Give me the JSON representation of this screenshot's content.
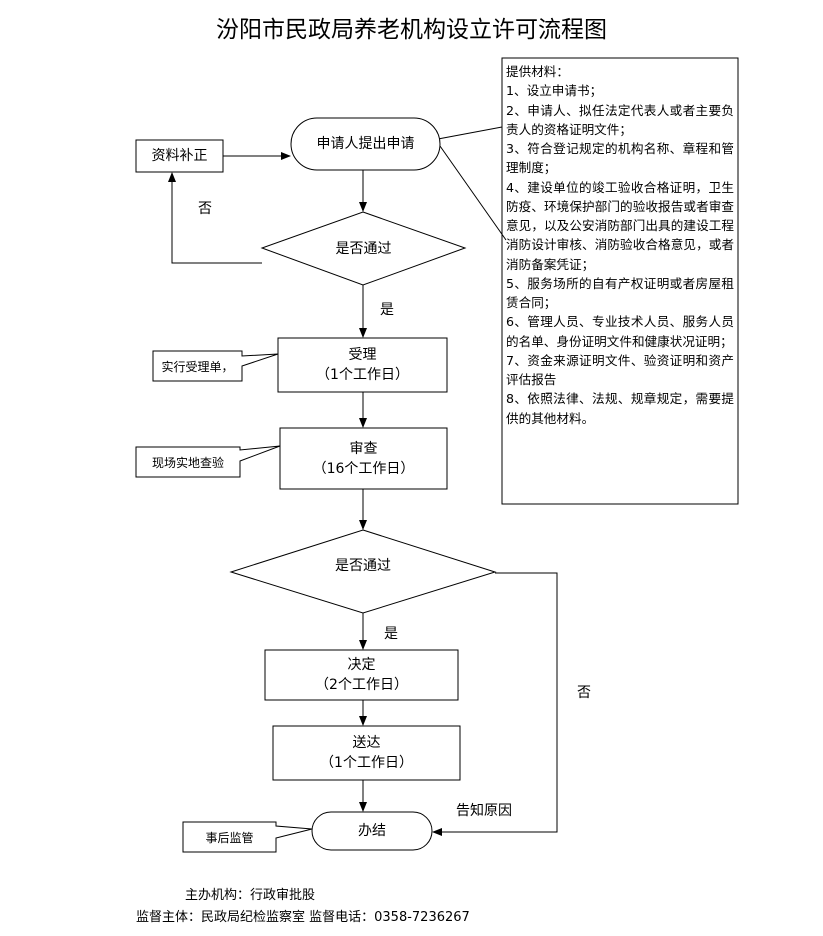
{
  "title": "汾阳市民政局养老机构设立许可流程图",
  "materials": {
    "heading": "提供材料：",
    "items": [
      "1、设立申请书；",
      "2、申请人、拟任法定代表人或者主要负责人的资格证明文件；",
      "3、符合登记规定的机构名称、章程和管理制度；",
      "4、建设单位的竣工验收合格证明，卫生防疫、环境保护部门的验收报告或者审查意见，以及公安消防部门出具的建设工程消防设计审核、消防验收合格意见，或者消防备案凭证；",
      "5、服务场所的自有产权证明或者房屋租赁合同；",
      "6、管理人员、专业技术人员、服务人员的名单、身份证明文件和健康状况证明；",
      "7、资金来源证明文件、验资证明和资产评估报告",
      "8、依照法律、法规、规章规定，需要提供的其他材料。"
    ]
  },
  "nodes": {
    "apply": "申请人提出申请",
    "supplement": "资料补正",
    "check1": "是否通过",
    "no1": "否",
    "yes1": "是",
    "accept": {
      "label": "受理",
      "duration": "（1个工作日）"
    },
    "accept_note": "实行受理单，",
    "review": {
      "label": "审查",
      "duration": "（16个工作日）"
    },
    "review_note": "现场实地查验",
    "check2": "是否通过",
    "yes2": "是",
    "no2": "否",
    "decide": {
      "label": "决定",
      "duration": "（2个工作日）"
    },
    "deliver": {
      "label": "送达",
      "duration": "（1个工作日）"
    },
    "reason": "告知原因",
    "finish": "办结",
    "finish_note": "事后监管"
  },
  "footer": {
    "organizer": "主办机构：行政审批股",
    "supervisor": "监督主体：民政局纪检监察室  监督电话：0358-7236267"
  }
}
